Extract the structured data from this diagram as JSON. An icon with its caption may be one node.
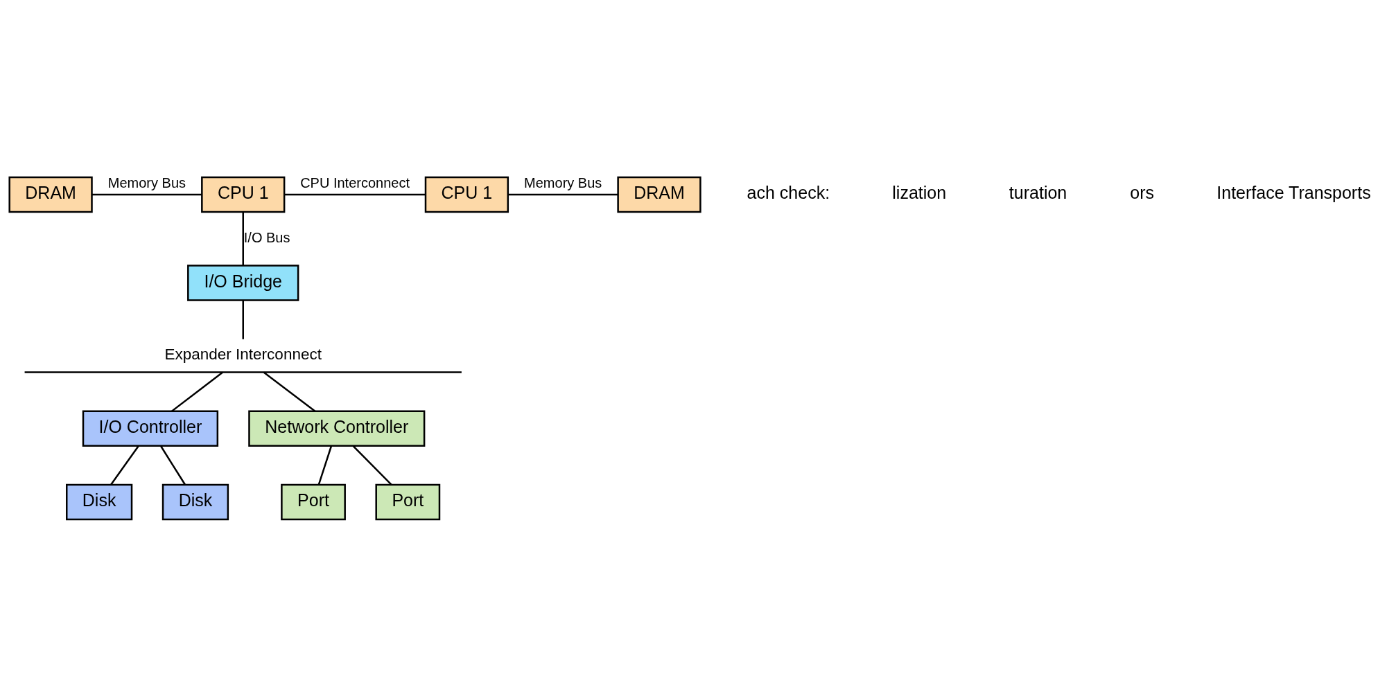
{
  "diagram": {
    "nodes": [
      {
        "text": [
          "DRAM"
        ]
      },
      {
        "text": [
          "CPU 1"
        ]
      },
      {
        "text": [
          "CPU 1"
        ]
      },
      {
        "text": [
          "DRAM"
        ]
      },
      {
        "text": [
          "I/O Bridge"
        ]
      },
      {
        "text": [
          "Expander Interconnect"
        ]
      },
      {
        "text": [
          "I/O Controller"
        ]
      },
      {
        "text": [
          "Network Controller"
        ]
      },
      {
        "text": [
          "Disk"
        ]
      },
      {
        "text": [
          "Disk"
        ]
      },
      {
        "text": [
          "Port"
        ]
      },
      {
        "text": [
          "Port"
        ]
      }
    ],
    "edges": [
      {
        "from": 0,
        "to": 1,
        "arrow": "none",
        "label": "Memory Bus"
      },
      {
        "from": 1,
        "to": 2,
        "arrow": "none",
        "label": "CPU Interconnect"
      },
      {
        "from": 2,
        "to": 3,
        "arrow": "none",
        "label": "Memory Bus"
      },
      {
        "from": 1,
        "to": 4,
        "arrow": "none",
        "label": "I/O Bus"
      },
      {
        "from": 4,
        "to": 5,
        "arrow": "none"
      },
      {
        "from": 5,
        "to": 6,
        "arrow": "none"
      },
      {
        "from": 5,
        "to": 7,
        "arrow": "none"
      },
      {
        "from": 6,
        "to": 8,
        "arrow": "none"
      },
      {
        "from": 6,
        "to": 9,
        "arrow": "none"
      },
      {
        "from": 7,
        "to": 10,
        "arrow": "none"
      },
      {
        "from": 7,
        "to": 11,
        "arrow": "none"
      }
    ],
    "labels": [
      "ach check:",
      "lization",
      "turation",
      "ors",
      "Interface Transports"
    ]
  }
}
